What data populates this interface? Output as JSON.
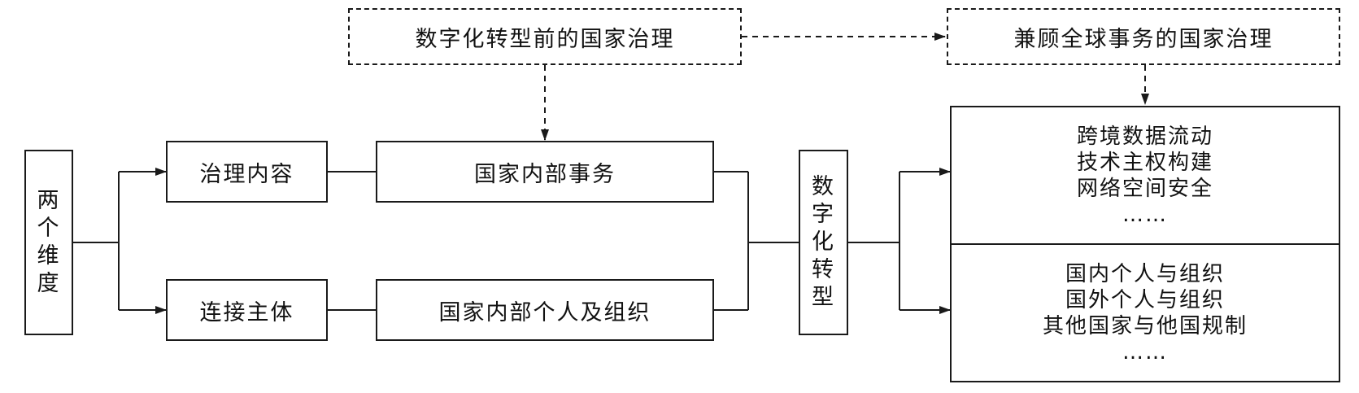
{
  "nodes": {
    "two_dimensions": [
      "两",
      "个",
      "维",
      "度"
    ],
    "governance_content": "治理内容",
    "connection_subject": "连接主体",
    "domestic_affairs": "国家内部事务",
    "domestic_individuals": "国家内部个人及组织",
    "digital_transformation": [
      "数",
      "字",
      "化",
      "转",
      "型"
    ],
    "pre_digital_governance": "数字化转型前的国家治理",
    "global_governance": "兼顾全球事务的国家治理",
    "affairs_list": [
      "跨境数据流动",
      "技术主权构建",
      "网络空间安全",
      "……"
    ],
    "subjects_list": [
      "国内个人与组织",
      "国外个人与组织",
      "其他国家与他国规制",
      "……"
    ]
  }
}
